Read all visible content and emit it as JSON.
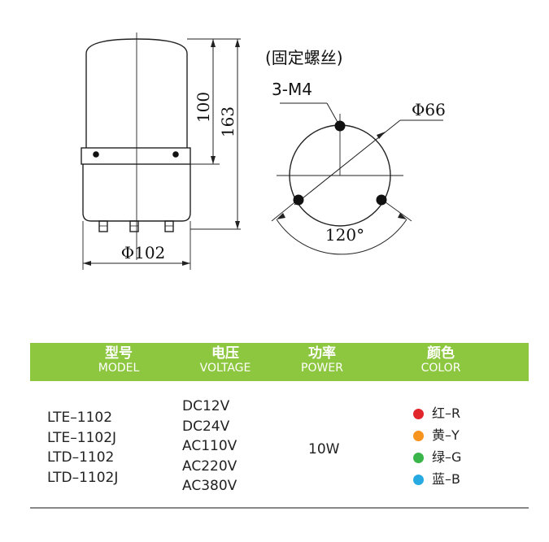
{
  "drawing": {
    "mount_note": "(固定螺丝)",
    "screw_spec": "3-M4",
    "mount_diameter": "Φ66",
    "angle_label": "120°",
    "height_inner": "100",
    "height_total": "163",
    "base_diameter": "Φ102"
  },
  "table": {
    "headers": [
      {
        "cn": "型号",
        "en": "MODEL"
      },
      {
        "cn": "电压",
        "en": "VOLTAGE"
      },
      {
        "cn": "功率",
        "en": "POWER"
      },
      {
        "cn": "颜色",
        "en": "COLOR"
      }
    ],
    "models": [
      "LTE–1102",
      "LTE–1102J",
      "LTD–1102",
      "LTD–1102J"
    ],
    "voltages": [
      "DC12V",
      "DC24V",
      "AC110V",
      "AC220V",
      "AC380V"
    ],
    "power": "10W",
    "colors": [
      {
        "label": "红–R",
        "hex": "#e0262b"
      },
      {
        "label": "黄–Y",
        "hex": "#f7941d"
      },
      {
        "label": "绿–G",
        "hex": "#39b54a"
      },
      {
        "label": "蓝–B",
        "hex": "#27aae1"
      }
    ],
    "header_color": "#8dc63f"
  }
}
